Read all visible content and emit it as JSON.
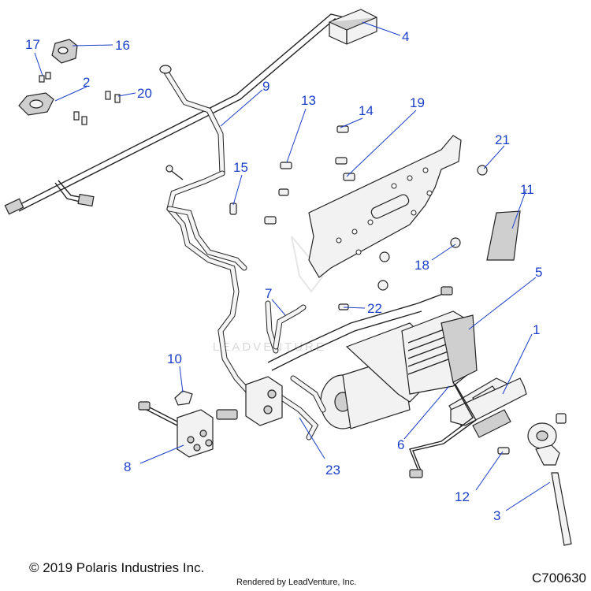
{
  "diagram": {
    "callouts": [
      {
        "id": "1",
        "label": "1"
      },
      {
        "id": "2",
        "label": "2"
      },
      {
        "id": "3",
        "label": "3"
      },
      {
        "id": "4",
        "label": "4"
      },
      {
        "id": "5",
        "label": "5"
      },
      {
        "id": "6",
        "label": "6"
      },
      {
        "id": "7",
        "label": "7"
      },
      {
        "id": "8",
        "label": "8"
      },
      {
        "id": "9",
        "label": "9"
      },
      {
        "id": "10",
        "label": "10"
      },
      {
        "id": "11",
        "label": "11"
      },
      {
        "id": "12",
        "label": "12"
      },
      {
        "id": "13",
        "label": "13"
      },
      {
        "id": "14",
        "label": "14"
      },
      {
        "id": "15",
        "label": "15"
      },
      {
        "id": "16",
        "label": "16"
      },
      {
        "id": "17",
        "label": "17"
      },
      {
        "id": "18",
        "label": "18"
      },
      {
        "id": "19",
        "label": "19"
      },
      {
        "id": "20",
        "label": "20"
      },
      {
        "id": "21",
        "label": "21"
      },
      {
        "id": "22",
        "label": "22"
      },
      {
        "id": "23",
        "label": "23"
      }
    ],
    "callout_color": "#1a3fc7",
    "line_color": "#222222",
    "watermark": "LEADVENTURE"
  },
  "footer": {
    "copyright": "© 2019 Polaris Industries Inc.",
    "rendered_by": "Rendered by LeadVenture, Inc.",
    "document_number": "C700630"
  }
}
